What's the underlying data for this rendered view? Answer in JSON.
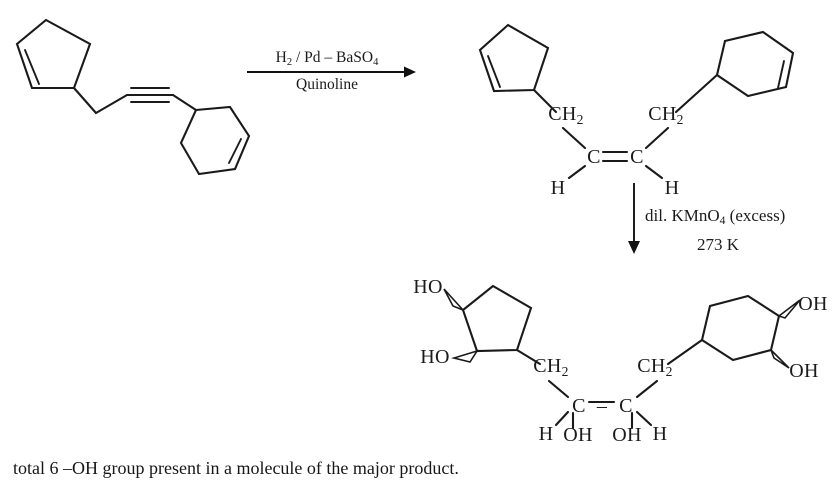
{
  "document": {
    "type": "organic-chemistry-reaction-scheme",
    "background_color": "#ffffff",
    "ink_color": "#1a1a1a"
  },
  "reagents": {
    "step1": {
      "above_line_parts": [
        "H",
        "2",
        " / Pd – BaSO",
        "4"
      ],
      "above_line": "H2 / Pd – BaSO4",
      "above_prefix": "H",
      "above_sub1": "2",
      "above_mid": " / Pd – BaSO",
      "above_sub2": "4",
      "below_line": "Quinoline",
      "arrow_direction": "right"
    },
    "step2": {
      "line1_prefix": "dil. KMnO",
      "line1_sub": "4",
      "line1_suffix": " (excess)",
      "line1": "dil. KMnO4 (excess)",
      "line2": "273 K",
      "arrow_direction": "down"
    }
  },
  "structures": {
    "reactant": {
      "name": "alkyne-starting-material",
      "left_ring": "cyclopentene",
      "right_ring": "cyclohexene",
      "linker": "CH2-C≡C-CH2"
    },
    "intermediate": {
      "name": "cis-alkene-product",
      "labels": {
        "ch2_left_prefix": "CH",
        "ch2_left_sub": "2",
        "ch2_right_prefix": "CH",
        "ch2_right_sub": "2",
        "c_left": "C",
        "c_right": "C",
        "double_bond": "=",
        "h_left": "H",
        "h_right": "H"
      }
    },
    "product": {
      "name": "hexaol-major-product",
      "labels": {
        "ho_upper_left": "HO",
        "ho_lower_left": "HO",
        "ch2_left_prefix": "CH",
        "ch2_left_sub": "2",
        "ch2_right_prefix": "CH",
        "ch2_right_sub": "2",
        "c_left": "C",
        "c_right": "C",
        "single_bond": "–",
        "h_left": "H",
        "oh_left": "OH",
        "oh_right": "OH",
        "h_right": "H",
        "oh_upper_right": "OH",
        "oh_lower_right": "OH"
      }
    }
  },
  "caption": {
    "text": "total 6 –OH group present in a molecule of the major product."
  }
}
